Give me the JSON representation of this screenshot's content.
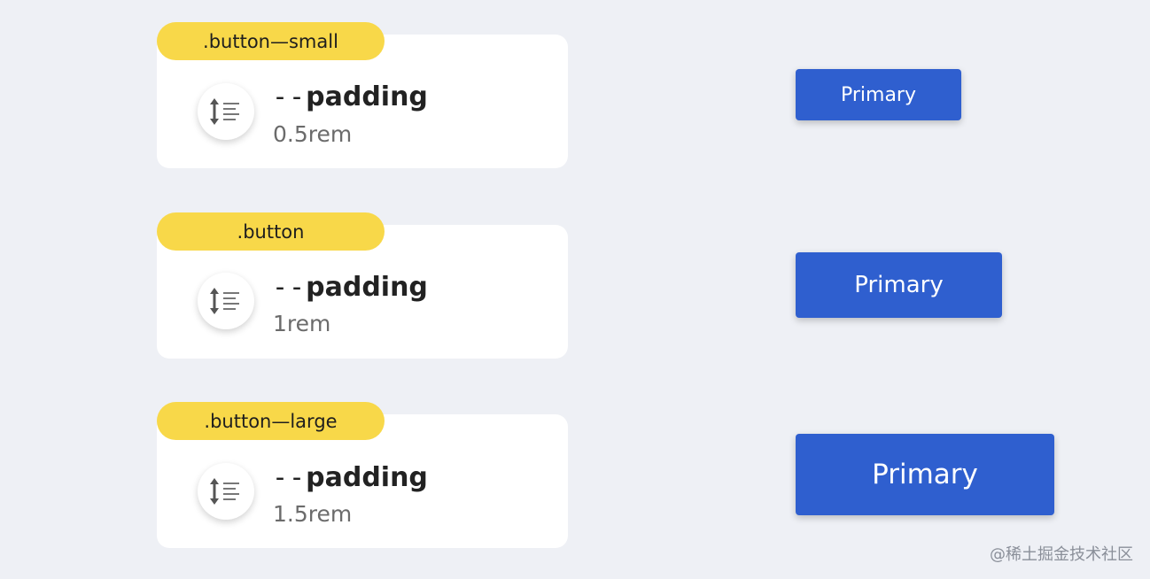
{
  "items": [
    {
      "class_label": ".button—small",
      "prop_dash": "--",
      "prop_key": "padding",
      "prop_value": "0.5rem",
      "button_label": "Primary",
      "icon": "line-height-icon"
    },
    {
      "class_label": ".button",
      "prop_dash": "--",
      "prop_key": "padding",
      "prop_value": "1rem",
      "button_label": "Primary",
      "icon": "line-height-icon"
    },
    {
      "class_label": ".button—large",
      "prop_dash": "--",
      "prop_key": "padding",
      "prop_value": "1.5rem",
      "button_label": "Primary",
      "icon": "line-height-icon"
    }
  ],
  "watermark": "@稀土掘金技术社区",
  "colors": {
    "background": "#eef0f5",
    "tag": "#f8d849",
    "button": "#2f5fcf",
    "card": "#ffffff"
  }
}
